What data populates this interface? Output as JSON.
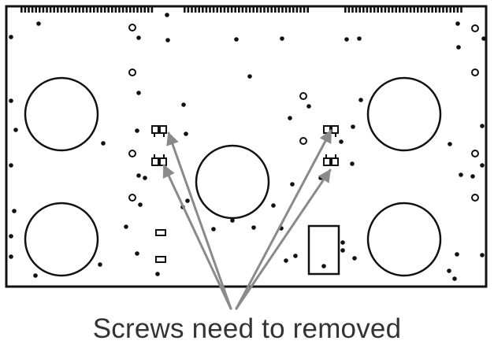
{
  "caption": "Screws need to removed",
  "colors": {
    "outline": "#111111",
    "arrow": "#8a8a8a",
    "caption": "#333333",
    "background": "#ffffff"
  },
  "board": {
    "burner_count": 5,
    "screw_count": 4,
    "arrow_count": 4,
    "icons": [
      "burner-circle",
      "screw-bracket",
      "arrow",
      "connector-box",
      "mount-hole",
      "vent-tab"
    ]
  }
}
